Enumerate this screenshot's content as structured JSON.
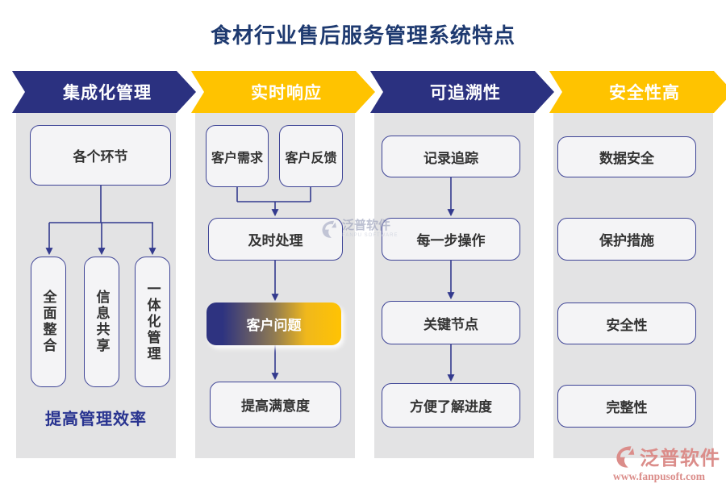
{
  "title": "食材行业售后服务管理系统特点",
  "columns": [
    {
      "header": "集成化管理",
      "theme": "blue",
      "top_box": "各个环节",
      "sub_boxes": [
        "全面整合",
        "信息共享",
        "一体化管理"
      ],
      "footer": "提高管理效率"
    },
    {
      "header": "实时响应",
      "theme": "yellow",
      "input_boxes": [
        "客户需求",
        "客户反馈"
      ],
      "flow_boxes": [
        "及时处理",
        "客户问题",
        "提高满意度"
      ]
    },
    {
      "header": "可追溯性",
      "theme": "blue",
      "flow_boxes": [
        "记录追踪",
        "每一步操作",
        "关键节点",
        "方便了解进度"
      ]
    },
    {
      "header": "安全性高",
      "theme": "yellow",
      "boxes": [
        "数据安全",
        "保护措施",
        "安全性",
        "完整性"
      ]
    }
  ],
  "watermark": {
    "name": "泛普软件",
    "sub": "FANPU SOFTWARE"
  },
  "logo": {
    "name": "泛普软件",
    "url": "www.fanpusoft.com"
  },
  "colors": {
    "header_blue": "#2b3180",
    "header_yellow": "#ffc300",
    "title_text": "#1e3a70",
    "box_border": "#3e4496",
    "box_fill": "#f4f4f6",
    "box_text": "#333333",
    "arrow": "#333a8e",
    "column_bg": "#e3e3e4",
    "gradient_from": "#2e3380",
    "gradient_to": "#ffc303",
    "footer_text": "#283390",
    "logo_red": "#db8d8a",
    "watermark_gray": "#9ba1bb"
  }
}
